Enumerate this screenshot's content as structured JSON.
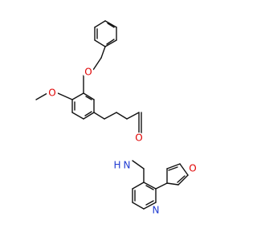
{
  "diagram": {
    "labels": {
      "ether_o1": "O",
      "ether_o2": "O",
      "carbonyl_o": "O",
      "amide_n": "N",
      "amide_h": "H",
      "pyridine_n": "N",
      "furan_o": "O"
    },
    "colors": {
      "bond": "#111111",
      "oxygen": "#e00000",
      "nitrogen": "#1f3ad1",
      "background": "#ffffff"
    }
  }
}
